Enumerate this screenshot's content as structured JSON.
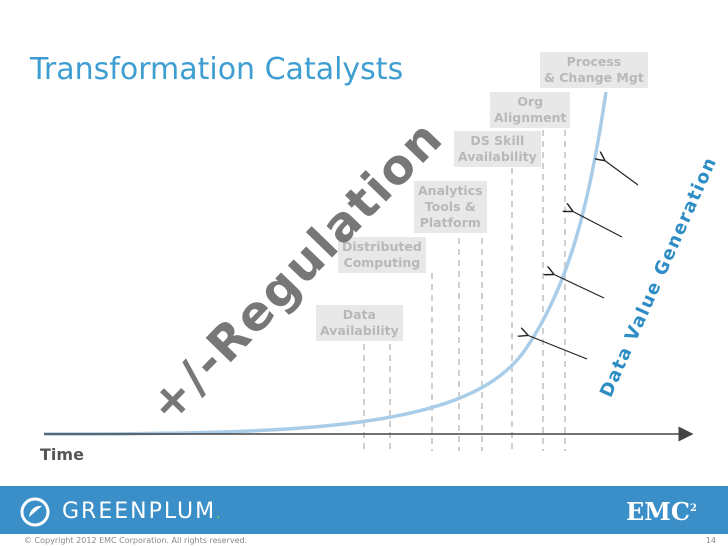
{
  "title": "Transformation Catalysts",
  "catalysts": [
    {
      "line1": "Data",
      "line2": "Availability"
    },
    {
      "line1": "Distributed",
      "line2": "Computing"
    },
    {
      "line1": "Analytics",
      "line2": "Tools &",
      "line3": "Platform"
    },
    {
      "line1": "DS Skill",
      "line2": "Availability"
    },
    {
      "line1": "Org",
      "line2": "Alignment"
    },
    {
      "line1": "Process",
      "line2": "& Change Mgt"
    }
  ],
  "regulation_label": "+/-Regulation",
  "value_generation_label": "Data Value Generation",
  "x_axis_label": "Time",
  "footer": {
    "greenplum": "GREENPLUM",
    "greenplum_dot": ".",
    "emc": "EMC",
    "emc_sup": "2",
    "copyright": "© Copyright 2012 EMC Corporation. All rights reserved.",
    "page_number": "14"
  },
  "colors": {
    "title": "#3f9ed1",
    "curve": "#a9cde8",
    "footer_bar": "#3b8fc8",
    "value_label": "#2d8dc4",
    "regulation": "#777777"
  }
}
